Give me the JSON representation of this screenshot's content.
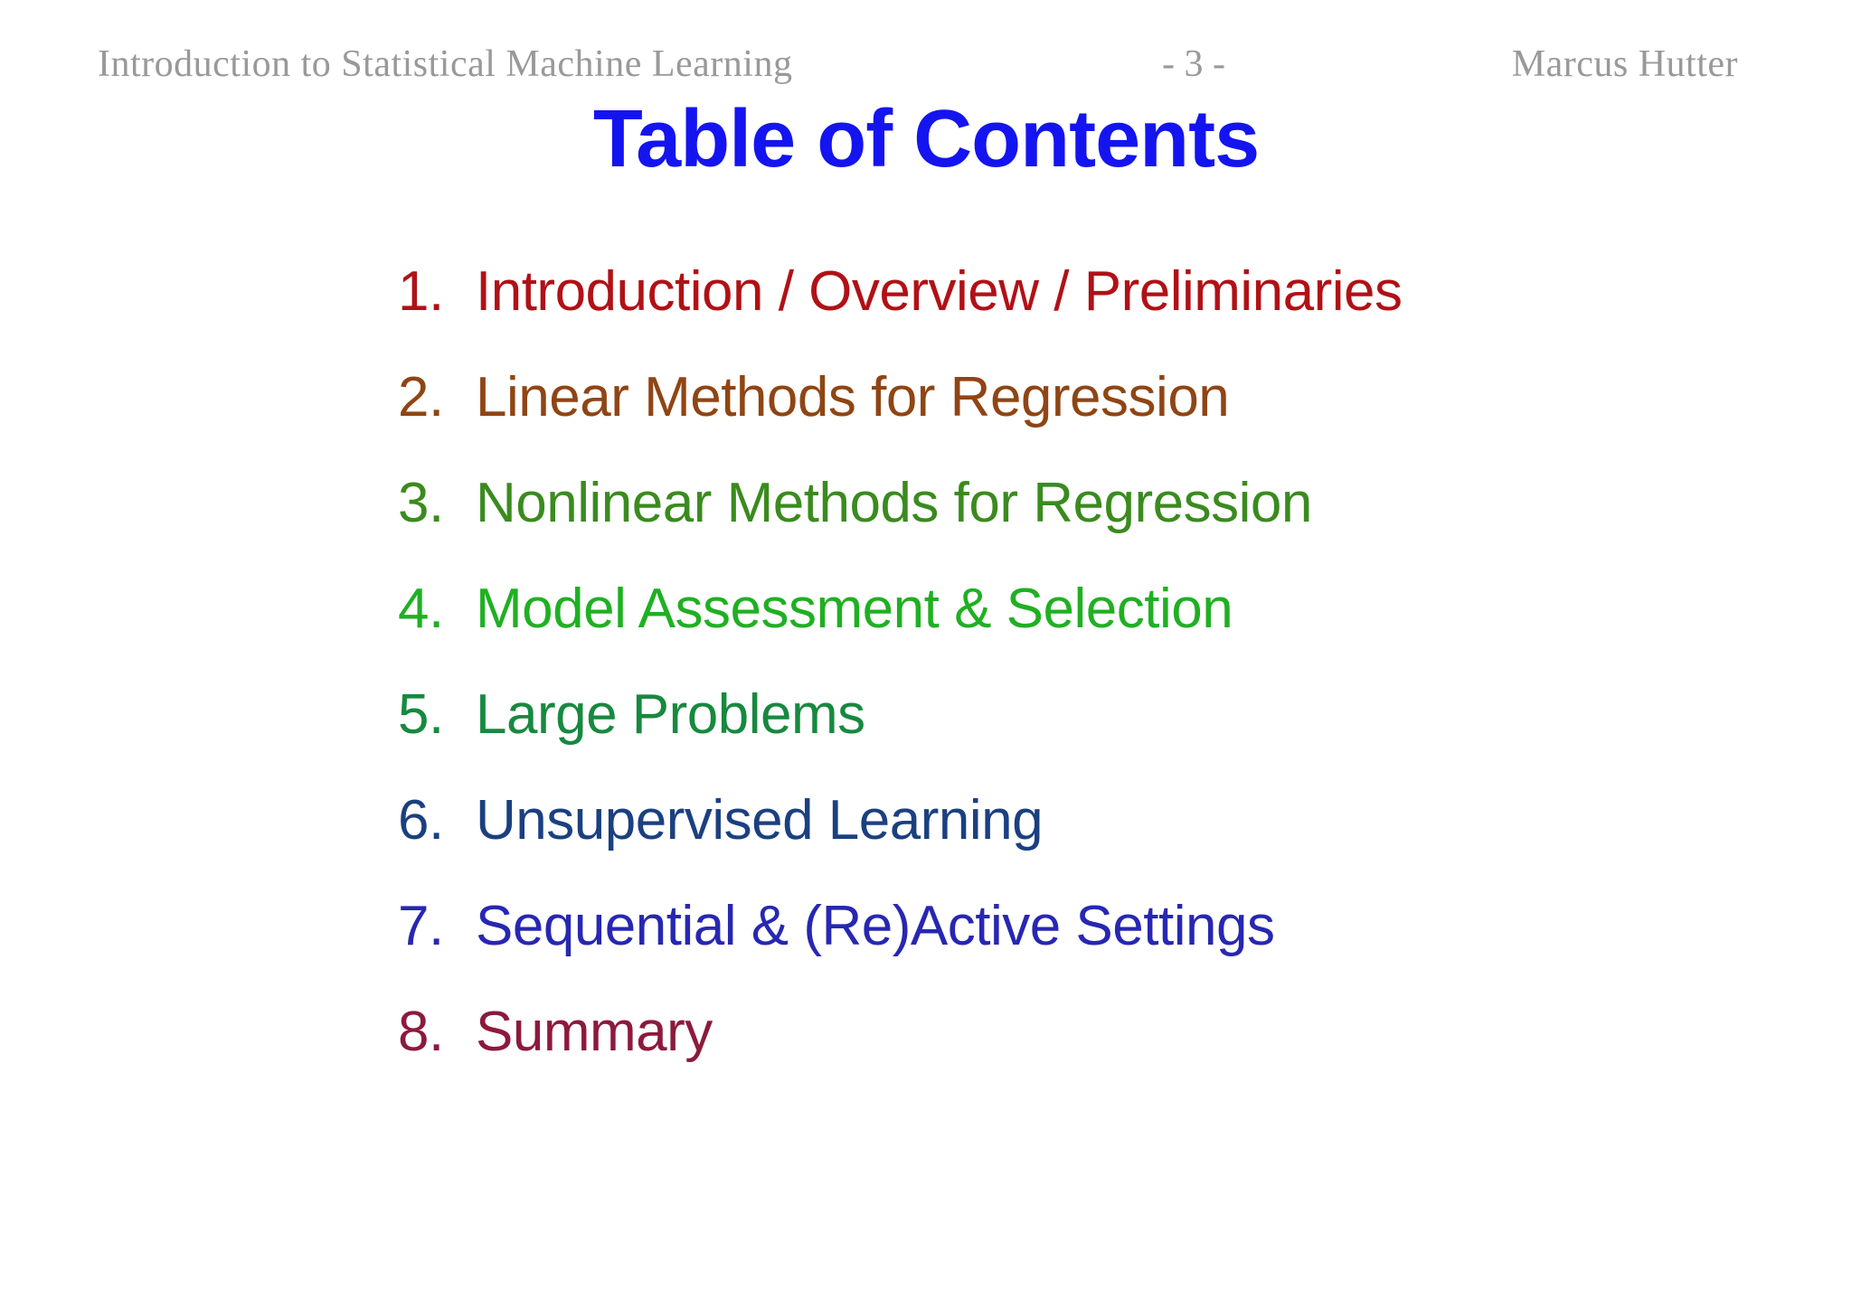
{
  "header": {
    "course_title": "Introduction to Statistical Machine Learning",
    "page_indicator": "- 3 -",
    "author": "Marcus Hutter"
  },
  "title": "Table of Contents",
  "toc": {
    "items": [
      {
        "number": "1.",
        "label": "Introduction / Overview / Preliminaries",
        "color": "#b01116"
      },
      {
        "number": "2.",
        "label": "Linear Methods for Regression",
        "color": "#8f4514"
      },
      {
        "number": "3.",
        "label": "Nonlinear Methods for Regression",
        "color": "#3a8b1e"
      },
      {
        "number": "4.",
        "label": "Model Assessment & Selection",
        "color": "#1fb022"
      },
      {
        "number": "5.",
        "label": "Large Problems",
        "color": "#17893f"
      },
      {
        "number": "6.",
        "label": "Unsupervised Learning",
        "color": "#1b4080"
      },
      {
        "number": "7.",
        "label": "Sequential & (Re)Active Settings",
        "color": "#2727b2"
      },
      {
        "number": "8.",
        "label": "Summary",
        "color": "#8c1a3c"
      }
    ]
  },
  "colors": {
    "background": "#ffffff",
    "header_text": "#999999",
    "title_blue": "#1414f0"
  }
}
